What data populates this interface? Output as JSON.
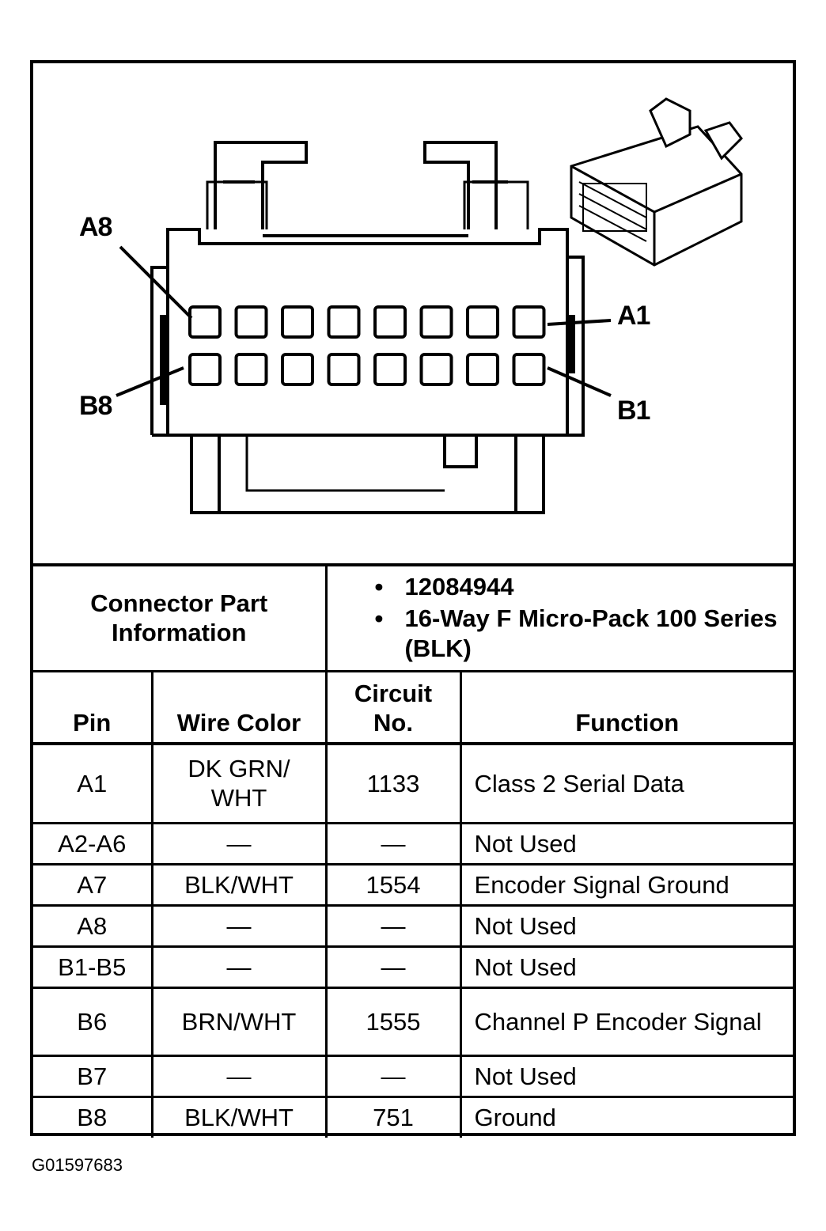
{
  "diagram": {
    "callouts": {
      "a8": "A8",
      "a1": "A1",
      "b8": "B8",
      "b1": "B1"
    }
  },
  "connector_info": {
    "label": "Connector Part Information",
    "values": [
      "12084944",
      "16-Way F Micro-Pack 100 Series (BLK)"
    ]
  },
  "table": {
    "headers": {
      "pin": "Pin",
      "wire_color": "Wire Color",
      "circuit": "Circuit No.",
      "function": "Function"
    },
    "rows": [
      {
        "pin": "A1",
        "wire": "DK GRN/ WHT",
        "circuit": "1133",
        "function": "Class 2 Serial Data"
      },
      {
        "pin": "A2-A6",
        "wire": "—",
        "circuit": "—",
        "function": "Not Used"
      },
      {
        "pin": "A7",
        "wire": "BLK/WHT",
        "circuit": "1554",
        "function": "Encoder Signal Ground"
      },
      {
        "pin": "A8",
        "wire": "—",
        "circuit": "—",
        "function": "Not Used"
      },
      {
        "pin": "B1-B5",
        "wire": "—",
        "circuit": "—",
        "function": "Not Used"
      },
      {
        "pin": "B6",
        "wire": "BRN/WHT",
        "circuit": "1555",
        "function": "Channel P Encoder Signal"
      },
      {
        "pin": "B7",
        "wire": "—",
        "circuit": "—",
        "function": "Not Used"
      },
      {
        "pin": "B8",
        "wire": "BLK/WHT",
        "circuit": "751",
        "function": "Ground"
      }
    ]
  },
  "figure_id": "G01597683"
}
